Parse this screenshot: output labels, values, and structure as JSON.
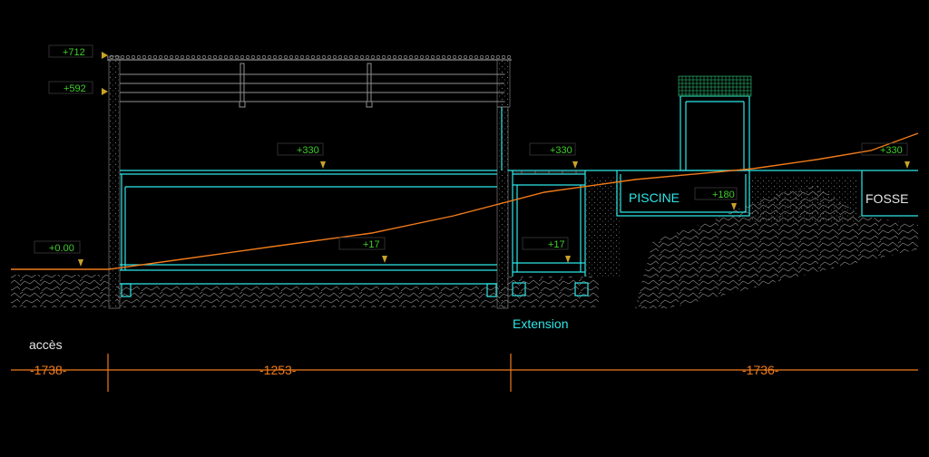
{
  "colors": {
    "background": "#000000",
    "structure": "#2ee6e6",
    "terrain_line": "#f07a1a",
    "level_text": "#3ecf2a",
    "marker": "#c9a227",
    "hatch": "#8f8f8f",
    "dim_text": "#f07a1a",
    "label_white": "#e6e6e6"
  },
  "levels": {
    "roof_top": "+712",
    "roof_lower": "+592",
    "floor_house": "+330",
    "floor_extension": "+330",
    "floor_right": "+330",
    "piscine_bottom": "+180",
    "entry": "+0.00",
    "slab_house": "+17",
    "slab_extension": "+17"
  },
  "labels": {
    "piscine": "PISCINE",
    "fosse": "FOSSE",
    "extension": "Extension",
    "acces": "accès"
  },
  "dimensions": {
    "left": "-1738-",
    "middle": "-1253-",
    "right": "-1736-"
  }
}
